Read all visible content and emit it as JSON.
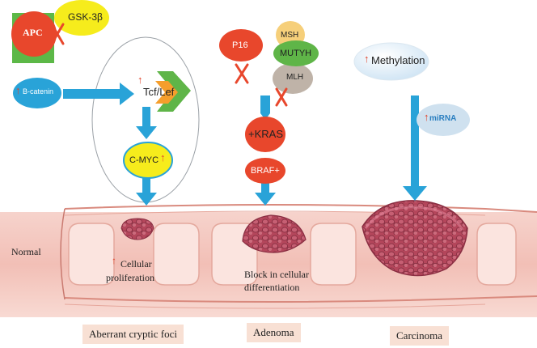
{
  "molecules": {
    "apc": "APC",
    "gsk3b": "GSK-3β",
    "b_catenin": "B-catenin",
    "tcf_lef": "Tcf/Lef",
    "c_myc": "C-MYC",
    "p16": "P16",
    "msh": "MSH",
    "mutyh": "MUTYH",
    "mlh": "MLH",
    "kras": "+KRAS",
    "braf": "BRAF+",
    "methylation": "Methylation",
    "mirna": "miRNA"
  },
  "annotations": {
    "normal": "Normal",
    "cellular_proliferation_line1": "Cellular",
    "cellular_proliferation_line2": "proliferation",
    "block_line1": "Block in cellular",
    "block_line2": "differentiation"
  },
  "stages": {
    "aberrant": "Aberrant cryptic foci",
    "adenoma": "Adenoma",
    "carcinoma": "Carcinoma"
  },
  "glyphs": {
    "up_arrow": "↑",
    "cross": "✕"
  },
  "colors": {
    "arrow_blue": "#29a3d8",
    "apc_red": "#e8472c",
    "apc_green": "#5cb847",
    "yellow": "#f6ec1c",
    "green": "#5fb548",
    "orange": "#f59e2c",
    "tissue_pink": "#f4c5be",
    "tumor": "#b8495c"
  }
}
